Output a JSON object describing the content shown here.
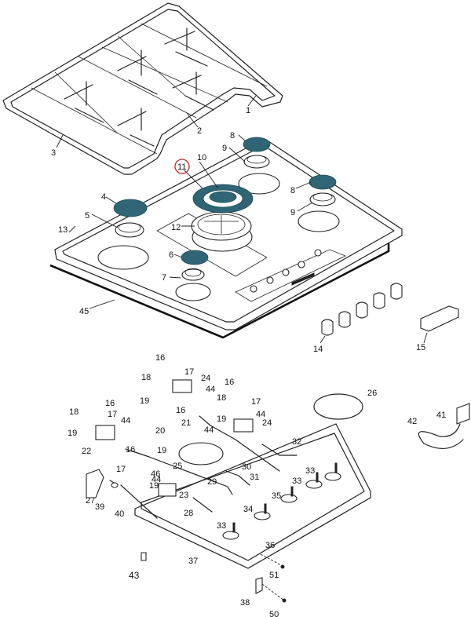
{
  "diagram": {
    "title": "Gas hob exploded parts diagram",
    "highlight_color": "#c62828",
    "cap_color": "#2f6574",
    "highlighted_part": "11",
    "callouts": [
      {
        "id": "c1",
        "label": "1"
      },
      {
        "id": "c2",
        "label": "2"
      },
      {
        "id": "c3",
        "label": "3"
      },
      {
        "id": "c4",
        "label": "4"
      },
      {
        "id": "c5",
        "label": "5"
      },
      {
        "id": "c6",
        "label": "6"
      },
      {
        "id": "c7",
        "label": "7"
      },
      {
        "id": "c8a",
        "label": "8"
      },
      {
        "id": "c8b",
        "label": "8"
      },
      {
        "id": "c9a",
        "label": "9"
      },
      {
        "id": "c9b",
        "label": "9"
      },
      {
        "id": "c10",
        "label": "10"
      },
      {
        "id": "c11",
        "label": "11"
      },
      {
        "id": "c12",
        "label": "12"
      },
      {
        "id": "c13",
        "label": "13"
      },
      {
        "id": "c14",
        "label": "14"
      },
      {
        "id": "c15",
        "label": "15"
      },
      {
        "id": "c45",
        "label": "45"
      },
      {
        "id": "c16a",
        "label": "16"
      },
      {
        "id": "c17a",
        "label": "17"
      },
      {
        "id": "c18a",
        "label": "18"
      },
      {
        "id": "c19a",
        "label": "19"
      },
      {
        "id": "c24a",
        "label": "24"
      },
      {
        "id": "c44a",
        "label": "44"
      },
      {
        "id": "c16b",
        "label": "16"
      },
      {
        "id": "c17b",
        "label": "17"
      },
      {
        "id": "c18b",
        "label": "18"
      },
      {
        "id": "c19b",
        "label": "19"
      },
      {
        "id": "c44b",
        "label": "44"
      },
      {
        "id": "c24b",
        "label": "24"
      },
      {
        "id": "c16c",
        "label": "16"
      },
      {
        "id": "c17c",
        "label": "17"
      },
      {
        "id": "c18c",
        "label": "18"
      },
      {
        "id": "c19c",
        "label": "19"
      },
      {
        "id": "c44c",
        "label": "44"
      },
      {
        "id": "c22",
        "label": "22"
      },
      {
        "id": "c16d",
        "label": "16"
      },
      {
        "id": "c21",
        "label": "21"
      },
      {
        "id": "c20",
        "label": "20"
      },
      {
        "id": "c19d",
        "label": "19"
      },
      {
        "id": "c44d",
        "label": "44"
      },
      {
        "id": "c25",
        "label": "25"
      },
      {
        "id": "c26",
        "label": "26"
      },
      {
        "id": "c16e",
        "label": "16"
      },
      {
        "id": "c17d",
        "label": "17"
      },
      {
        "id": "c46",
        "label": "46"
      },
      {
        "id": "c44e",
        "label": "44"
      },
      {
        "id": "c19e",
        "label": "19"
      },
      {
        "id": "c23",
        "label": "23"
      },
      {
        "id": "c27",
        "label": "27"
      },
      {
        "id": "c39",
        "label": "39"
      },
      {
        "id": "c40",
        "label": "40"
      },
      {
        "id": "c28",
        "label": "28"
      },
      {
        "id": "c29",
        "label": "29"
      },
      {
        "id": "c30",
        "label": "30"
      },
      {
        "id": "c31",
        "label": "31"
      },
      {
        "id": "c32",
        "label": "32"
      },
      {
        "id": "c33a",
        "label": "33"
      },
      {
        "id": "c33b",
        "label": "33"
      },
      {
        "id": "c33c",
        "label": "33"
      },
      {
        "id": "c34",
        "label": "34"
      },
      {
        "id": "c35",
        "label": "35"
      },
      {
        "id": "c36",
        "label": "36"
      },
      {
        "id": "c37",
        "label": "37"
      },
      {
        "id": "c38",
        "label": "38"
      },
      {
        "id": "c41",
        "label": "41"
      },
      {
        "id": "c42",
        "label": "42"
      },
      {
        "id": "c43",
        "label": "43"
      },
      {
        "id": "c50",
        "label": "50"
      },
      {
        "id": "c51",
        "label": "51"
      }
    ]
  }
}
